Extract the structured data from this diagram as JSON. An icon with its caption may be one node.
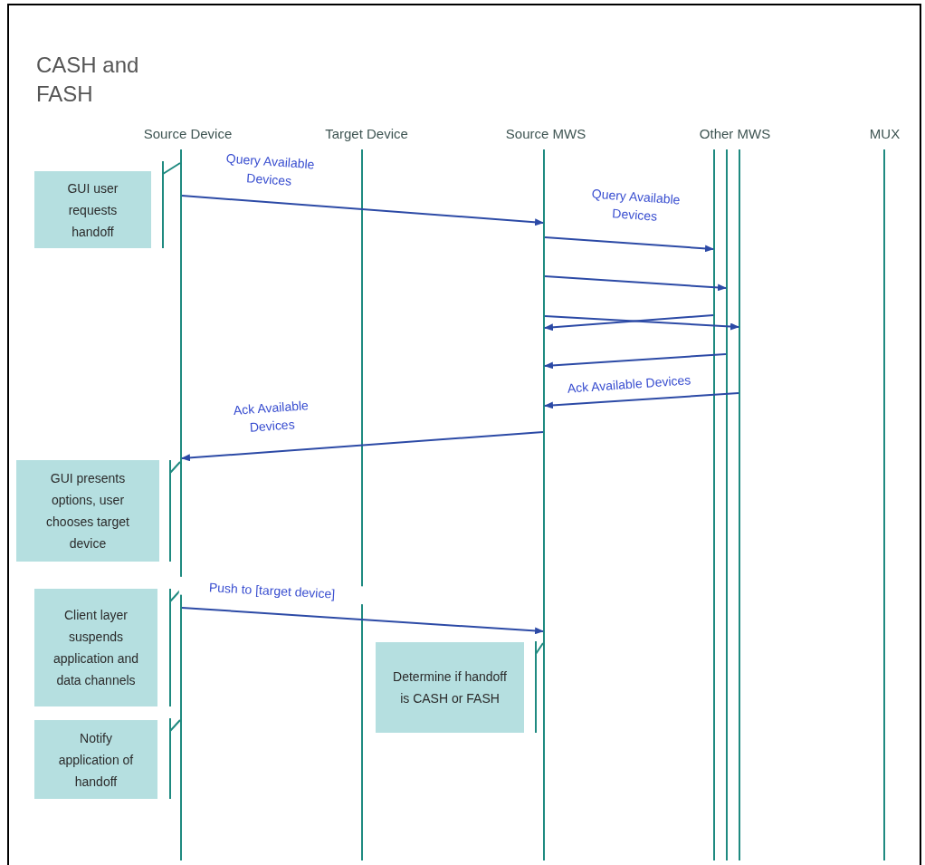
{
  "diagram": {
    "title": "CASH and FASH",
    "nodes": [
      {
        "text": [
          "Source Device"
        ]
      },
      {
        "text": [
          "Target Device"
        ]
      },
      {
        "text": [
          "Source MWS"
        ]
      },
      {
        "text": [
          "Other MWS"
        ]
      },
      {
        "text": [
          "MUX"
        ]
      },
      {
        "text": [],
        "shape": "bar"
      },
      {
        "text": [],
        "shape": "bar"
      },
      {
        "text": [],
        "shape": "bar"
      },
      {
        "text": [],
        "shape": "bar"
      },
      {
        "text": [],
        "shape": "bar"
      },
      {
        "text": [],
        "shape": "bar"
      },
      {
        "text": [],
        "shape": "bar"
      },
      {
        "text": [
          "GUI user requests handoff"
        ]
      },
      {
        "text": [
          "GUI presents options, user chooses target device"
        ]
      },
      {
        "text": [
          "Client layer suspends application and data channels"
        ]
      },
      {
        "text": [
          "Determine if handoff is CASH or FASH"
        ]
      },
      {
        "text": [
          "Notify application of handoff"
        ]
      }
    ],
    "edges": [
      {
        "from": 5,
        "to": 7,
        "arrow": "to",
        "label": "Query Available Devices"
      },
      {
        "from": 7,
        "to": 8,
        "arrow": "to",
        "label": "Query Available Devices"
      },
      {
        "from": 7,
        "to": 9,
        "arrow": "to"
      },
      {
        "from": 7,
        "to": 10,
        "arrow": "to"
      },
      {
        "from": 8,
        "to": 7,
        "arrow": "to"
      },
      {
        "from": 9,
        "to": 7,
        "arrow": "to"
      },
      {
        "from": 10,
        "to": 7,
        "arrow": "to",
        "label": "Ack Available Devices"
      },
      {
        "from": 7,
        "to": 5,
        "arrow": "to",
        "label": "Ack Available Devices"
      },
      {
        "from": 5,
        "to": 7,
        "arrow": "to",
        "label": "Push to [target device]"
      }
    ]
  }
}
